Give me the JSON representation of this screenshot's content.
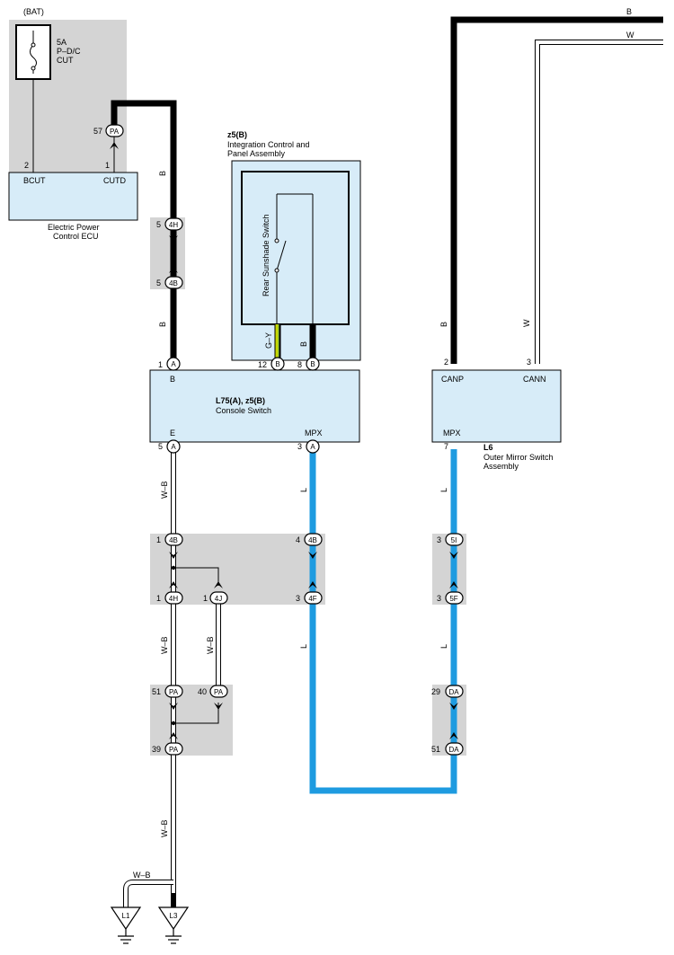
{
  "colors": {
    "grey_zone": "#d4d4d4",
    "component_fill": "#d7ecf8",
    "wire_black": "#000000",
    "wire_blue": "#1e9be0",
    "wire_green_yellow": "#c8d700"
  },
  "power": {
    "bat": "(BAT)",
    "fuse_amp": "5A",
    "fuse_name_1": "P–D/C",
    "fuse_name_2": "CUT"
  },
  "ecu": {
    "pin_bcut": "BCUT",
    "pin_cutd": "CUTD",
    "pin_bcut_no": "2",
    "pin_cutd_no": "1",
    "name_1": "Electric Power",
    "name_2": "Control ECU"
  },
  "console": {
    "code": "L75(A), z5(B)",
    "name": "Console Switch",
    "pin_b": "B",
    "pin_e": "E",
    "pin_mpx": "MPX",
    "pin1": "1",
    "pin5": "5",
    "pin3": "3",
    "pin12": "12",
    "pin8": "8"
  },
  "icp": {
    "code": "z5(B)",
    "name_1": "Integration Control and",
    "name_2": "Panel Assembly",
    "switch_label": "Rear Sunshade Switch"
  },
  "mirror": {
    "code": "L6",
    "name_1": "Outer Mirror Switch",
    "name_2": "Assembly",
    "pin_canp": "CANP",
    "pin_cann": "CANN",
    "pin_mpx": "MPX",
    "pin2": "2",
    "pin3": "3",
    "pin7": "7"
  },
  "connectors": {
    "pa": "PA",
    "h4": "4H",
    "b4": "4B",
    "f4": "4F",
    "j4": "4J",
    "i5": "5I",
    "f5": "5F",
    "da": "DA",
    "a": "A",
    "b": "B"
  },
  "pin_numbers": {
    "n57": "57",
    "n5": "5",
    "n1": "1",
    "n4": "4",
    "n3": "3",
    "n51": "51",
    "n40": "40",
    "n39": "39",
    "n29": "29"
  },
  "wire_colors": {
    "b": "B",
    "w": "W",
    "wb": "W–B",
    "l": "L",
    "gy": "G–Y"
  },
  "grounds": {
    "l1": "L1",
    "l3": "L3"
  }
}
